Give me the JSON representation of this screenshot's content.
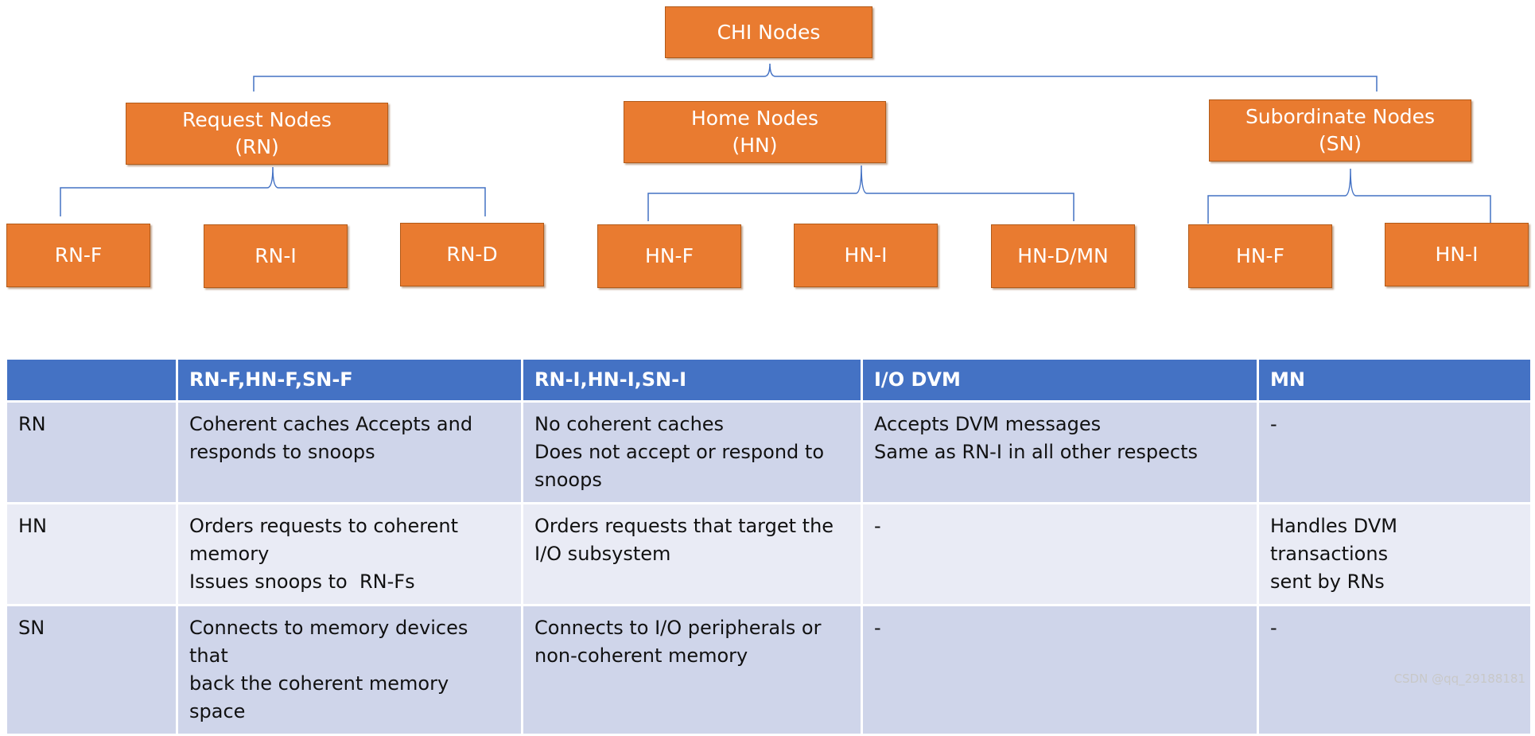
{
  "diagram": {
    "root": "CHI Nodes",
    "groups": [
      {
        "line1": "Request Nodes",
        "line2": "(RN)",
        "children": [
          "RN-F",
          "RN-I",
          "RN-D"
        ]
      },
      {
        "line1": "Home Nodes",
        "line2": "(HN)",
        "children": [
          "HN-F",
          "HN-I",
          "HN-D/MN"
        ]
      },
      {
        "line1": "Subordinate Nodes",
        "line2": "(SN)",
        "children": [
          "HN-F",
          "HN-I"
        ]
      }
    ],
    "line_color": "#4472C4",
    "node_color": "#E97B30"
  },
  "table": {
    "headers": [
      "",
      "RN-F,HN-F,SN-F",
      "RN-I,HN-I,SN-I",
      "I/O DVM",
      "MN"
    ],
    "rows": [
      {
        "label": "RN",
        "cells": [
          [
            "Coherent caches Accepts and",
            "responds to snoops"
          ],
          [
            "No coherent caches",
            "Does not accept or respond to",
            "snoops"
          ],
          [
            "Accepts DVM messages",
            "Same as RN-I in all other respects"
          ],
          [
            "-"
          ]
        ]
      },
      {
        "label": "HN",
        "cells": [
          [
            "Orders requests to coherent",
            "memory",
            "Issues snoops to  RN-Fs"
          ],
          [
            "Orders requests that target the",
            "I/O subsystem"
          ],
          [
            "-"
          ],
          [
            "Handles DVM transactions",
            "sent by RNs"
          ]
        ]
      },
      {
        "label": "SN",
        "cells": [
          [
            "Connects to memory devices that",
            "back the coherent memory space"
          ],
          [
            "Connects to I/O peripherals or",
            "non-coherent memory"
          ],
          [
            "-"
          ],
          [
            "-"
          ]
        ]
      }
    ],
    "header_color": "#4472C4",
    "row_colors": [
      "#CFD5EA",
      "#E9EBF5"
    ]
  },
  "watermark": "CSDN @qq_29188181"
}
